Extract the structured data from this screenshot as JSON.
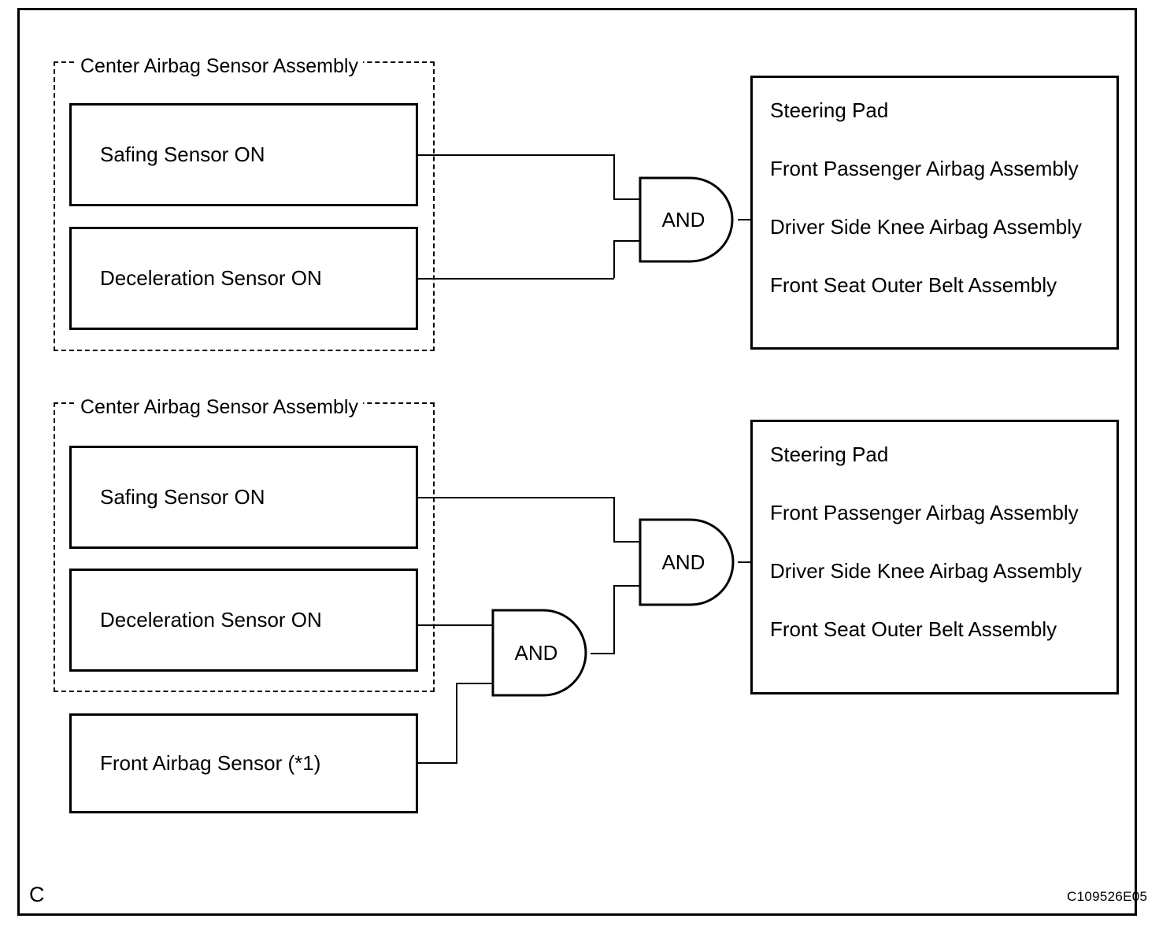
{
  "document": {
    "corner_letter": "C",
    "figure_code": "C109526E05"
  },
  "sections": [
    {
      "group_label": "Center Airbag Sensor Assembly",
      "inputs": [
        {
          "label": "Safing Sensor ON"
        },
        {
          "label": "Deceleration Sensor ON"
        }
      ],
      "gates": [
        {
          "label": "AND"
        }
      ],
      "outputs": [
        "Steering Pad",
        "Front Passenger Airbag Assembly",
        "Driver Side Knee Airbag Assembly",
        "Front Seat Outer Belt Assembly"
      ]
    },
    {
      "group_label": "Center Airbag Sensor Assembly",
      "inputs": [
        {
          "label": "Safing Sensor ON"
        },
        {
          "label": "Deceleration Sensor ON"
        },
        {
          "label": "Front Airbag Sensor (*1)"
        }
      ],
      "gates": [
        {
          "label": "AND"
        },
        {
          "label": "AND"
        }
      ],
      "outputs": [
        "Steering Pad",
        "Front Passenger Airbag Assembly",
        "Driver Side Knee Airbag Assembly",
        "Front Seat Outer Belt Assembly"
      ]
    }
  ]
}
